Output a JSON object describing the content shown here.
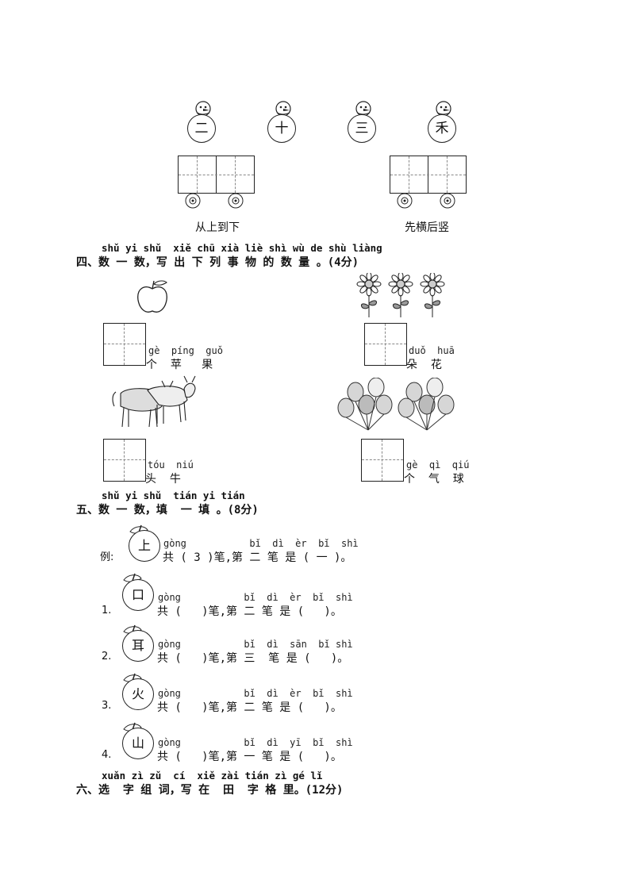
{
  "section3": {
    "snowmen": [
      {
        "char": "二"
      },
      {
        "char": "十"
      },
      {
        "char": "三"
      },
      {
        "char": "禾"
      }
    ],
    "carts": [
      {
        "caption": "从上到下"
      },
      {
        "caption": "先横后竖"
      }
    ]
  },
  "section4": {
    "pinyin": "shǔ yi shǔ  xiě chū xià liè shì wù de shù liàng",
    "title": "四、数 一 数，写 出 下 列 事 物 的 数 量 。(4分)",
    "items": [
      {
        "pinyin": "gè  píng  guǒ",
        "text": "个  苹   果",
        "icon": "apple-icon"
      },
      {
        "pinyin": "duǒ  huā",
        "text": "朵  花",
        "icon": "flowers-icon"
      },
      {
        "pinyin": "tóu  niú",
        "text": "头  牛",
        "icon": "cattle-icon"
      },
      {
        "pinyin": "gè  qì  qiú",
        "text": "个  气  球",
        "icon": "balloons-icon"
      }
    ]
  },
  "section5": {
    "pinyin": "shǔ yi shǔ  tián yi tián",
    "title": "五、数 一 数，填  一 填 。(8分)",
    "example": {
      "label": "例:",
      "char": "上",
      "pinyin": "gòng           bǐ  dì  èr  bǐ  shì",
      "text": "共 ( 3 )笔,第 二 笔 是 ( 一 )。"
    },
    "questions": [
      {
        "label": "1.",
        "char": "口",
        "pinyin": "gòng           bǐ  dì  èr  bǐ  shì",
        "text": "共 (   )笔,第 二 笔 是 (   )。"
      },
      {
        "label": "2.",
        "char": "耳",
        "pinyin": "gòng           bǐ  dì  sān  bǐ shì",
        "text": "共 (   )笔,第 三  笔 是 (   )。"
      },
      {
        "label": "3.",
        "char": "火",
        "pinyin": "gòng           bǐ  dì  èr  bǐ  shì",
        "text": "共 (   )笔,第 二 笔 是 (   )。"
      },
      {
        "label": "4.",
        "char": "山",
        "pinyin": "gòng           bǐ  dì  yī  bǐ  shì",
        "text": "共 (   )笔,第 一 笔 是 (   )。"
      }
    ]
  },
  "section6": {
    "pinyin": "xuǎn zì zǔ  cí  xiě zài tián zì gé lǐ",
    "title": "六、选  字 组 词，写 在  田  字 格 里。(12分)"
  }
}
